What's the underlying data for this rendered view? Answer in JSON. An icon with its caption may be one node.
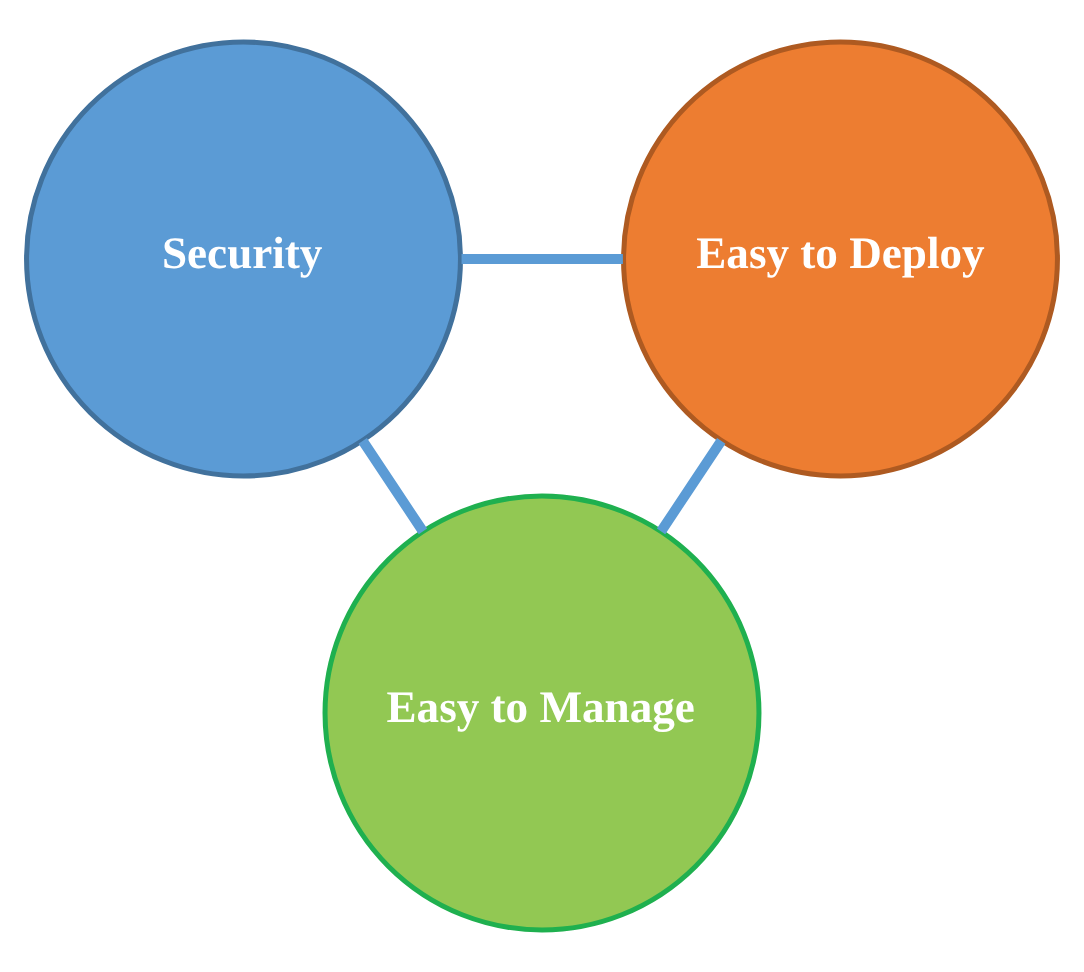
{
  "diagram": {
    "nodes": [
      {
        "text": [
          "Security"
        ]
      },
      {
        "text": [
          "Easy to Deploy"
        ]
      },
      {
        "text": [
          "Easy to Manage"
        ]
      }
    ],
    "edges": [
      {
        "from": 0,
        "to": 1,
        "arrow": "none"
      },
      {
        "from": 0,
        "to": 2,
        "arrow": "none"
      },
      {
        "from": 1,
        "to": 2,
        "arrow": "none"
      }
    ]
  }
}
